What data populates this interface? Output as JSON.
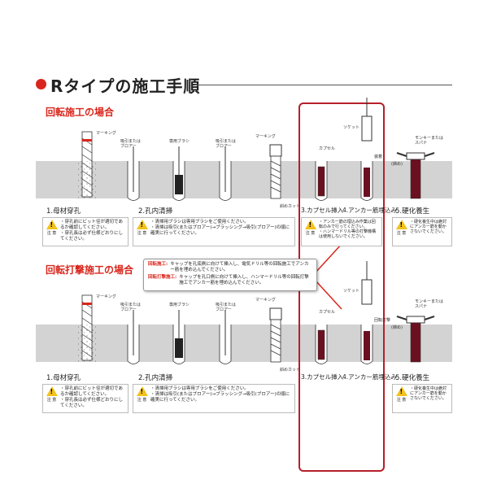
{
  "header": {
    "title": "Rタイプの施工手順"
  },
  "rotary": {
    "heading": "回転施工の場合",
    "steps": [
      "1.母材穿孔",
      "2.孔内清掃",
      "3.カプセル挿入",
      "4.アンカー筋埋込み",
      "5.硬化養生"
    ],
    "labels": {
      "marking": "マーキング",
      "blower": "吸引または\nブロアー",
      "brush": "専用ブラシ",
      "blower2": "吸引または\nブロアー",
      "marking2": "マーキング",
      "cut": "斜めカット",
      "socket": "ソケット",
      "capsule": "カプセル",
      "aux": "装着",
      "monkey": "モンキーまたは\nスパナ",
      "top": "(締め)"
    },
    "notes": [
      "・穿孔前にビット径が適切であるか確認してください。\n・穿孔長は必ず仕様どおりにしてください。",
      "・清掃用ブラシは専用ブラシをご使用ください。\n・清掃は吸引(またはブロアー)→ブラッシング→吸引(ブロアー)の順に確実に行ってください。",
      "・アンカー筋の埋込み作業は回転のみで行ってください。\n・ハンマードリル等の打撃機構は使用しないでください。",
      "・硬化養生中は絶対にアンカー筋を動かさないでください。"
    ]
  },
  "impact": {
    "heading": "回転打撃施工の場合",
    "steps": [
      "1.母材穿孔",
      "2.孔内清掃",
      "3.カプセル挿入",
      "4.アンカー筋埋込み",
      "5.硬化養生"
    ],
    "labels": {
      "marking": "マーキング",
      "blower": "吸引または\nブロアー",
      "brush": "専用ブラシ",
      "blower2": "吸引または\nブロアー",
      "marking2": "マーキング",
      "cut": "斜めカット",
      "socket": "ソケット",
      "capsule": "カプセル",
      "aux": "回転打撃",
      "monkey": "モンキーまたは\nスパナ",
      "top": "(締め)"
    },
    "notes": [
      "・穿孔前にビット径が適切であるか確認してください。\n・穿孔長は必ず仕様どおりにしてください。",
      "・清掃用ブラシは専用ブラシをご使用ください。\n・清掃は吸引(またはブロアー)→ブラッシング→吸引(ブロアー)の順に確実に行ってください。",
      "・硬化養生中は絶対にアンカー筋を動かさないでください。"
    ]
  },
  "warning": {
    "label": "注 意",
    "symbol": "!"
  },
  "popup": {
    "rotary_label": "回転施工:",
    "rotary_text": "キャップを孔底側に向けて挿入し、電気ドリル等の回転施工でアンカー筋を埋め込んでください。",
    "impact_label": "回転打撃施工:",
    "impact_text": "キャップを孔口側に向けて挿入し、ハンマードリル等の回転打撃施工でアンカー筋を埋め込んでください。"
  },
  "colors": {
    "accent": "#d9261c",
    "frame": "#b51f2a",
    "band": "#d3d3d3",
    "warning": "#f3c21b"
  }
}
